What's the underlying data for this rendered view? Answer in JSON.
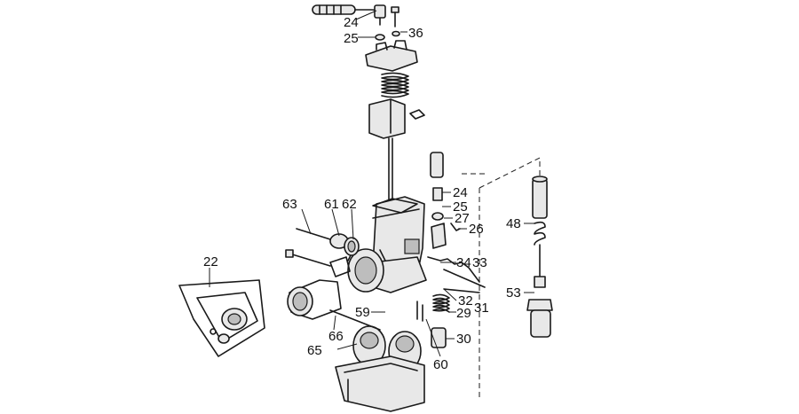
{
  "callouts": {
    "c24a": "24",
    "c25a": "25",
    "c36": "36",
    "c24b": "24",
    "c25b": "25",
    "c27": "27",
    "c26": "26",
    "c34": "34",
    "c33": "33",
    "c32": "32",
    "c31": "31",
    "c29": "29",
    "c30": "30",
    "c48": "48",
    "c53": "53",
    "c63": "63",
    "c61": "61",
    "c62": "62",
    "c22": "22",
    "c59": "59",
    "c66": "66",
    "c65": "65",
    "c60": "60"
  }
}
